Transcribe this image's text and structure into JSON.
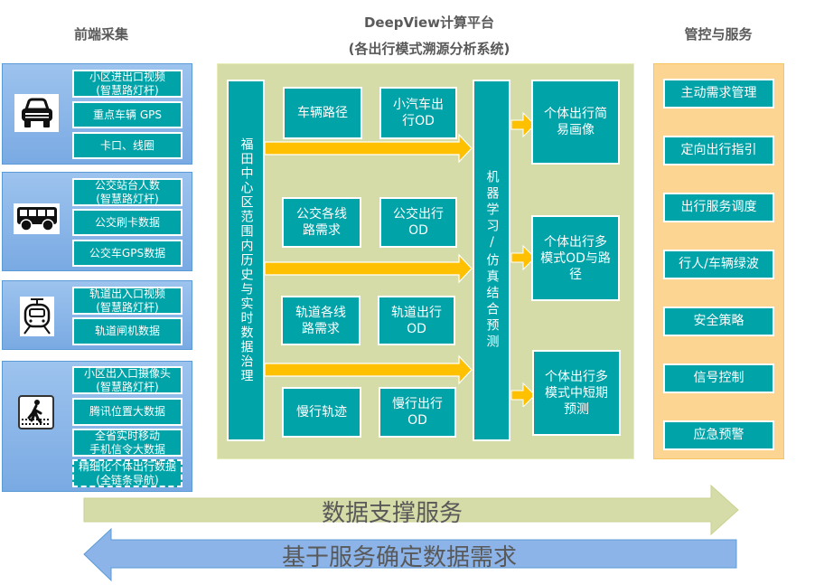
{
  "headers": {
    "frontend": "前端采集",
    "platform_title": "DeepView计算平台",
    "platform_subtitle": "(各出行模式溯源分析系统)",
    "services": "管控与服务"
  },
  "sources": [
    {
      "icon": "car-icon",
      "items": [
        "小区进出口视频\n(智慧路灯杆)",
        "重点车辆 GPS",
        "卡口、线圈"
      ]
    },
    {
      "icon": "bus-icon",
      "items": [
        "公交站台人数\n(智慧路灯杆)",
        "公交刷卡数据",
        "公交车GPS数据"
      ]
    },
    {
      "icon": "metro-train-icon",
      "items": [
        "轨道出入口视频\n(智慧路灯杆)",
        "轨道闸机数据"
      ]
    },
    {
      "icon": "pedestrian-crossing-icon",
      "items": [
        "小区出入口摄像头\n(智慧路灯杆)",
        "腾讯位置大数据",
        "全省实时移动\n手机信令大数据"
      ],
      "dashed_item": "精细化个体出行数据\n(全链条导航)"
    }
  ],
  "platform": {
    "governance": "福田中心区范围内历史与实时数据治理",
    "pairs": [
      [
        "车辆路径",
        "小汽车出\n行OD"
      ],
      [
        "公交各线\n路需求",
        "公交出行\nOD"
      ],
      [
        "轨道各线\n路需求",
        "轨道出行\nOD"
      ],
      [
        "慢行轨迹",
        "慢行出行\nOD"
      ]
    ],
    "ml": "机器学习/仿真结合预测",
    "outputs": [
      "个体出行简\n易画像",
      "个体出行多\n模式OD与路\n径",
      "个体出行多\n模式中短期\n预测"
    ]
  },
  "services": [
    "主动需求管理",
    "定向出行指引",
    "出行服务调度",
    "行人/车辆绿波",
    "安全策略",
    "信号控制",
    "应急预警"
  ],
  "bottom_arrows": {
    "right": "数据支撑服务",
    "left": "基于服务确定数据需求"
  },
  "colors": {
    "teal": "#00A3A8",
    "arrow_orange": "#FFC000",
    "platform_bg": "#D6DCA8",
    "services_bg": "#FDD592",
    "source_bg": "#8DB4E8",
    "right_arrow": "#D6DCA8",
    "left_arrow": "#8DB4E8"
  }
}
